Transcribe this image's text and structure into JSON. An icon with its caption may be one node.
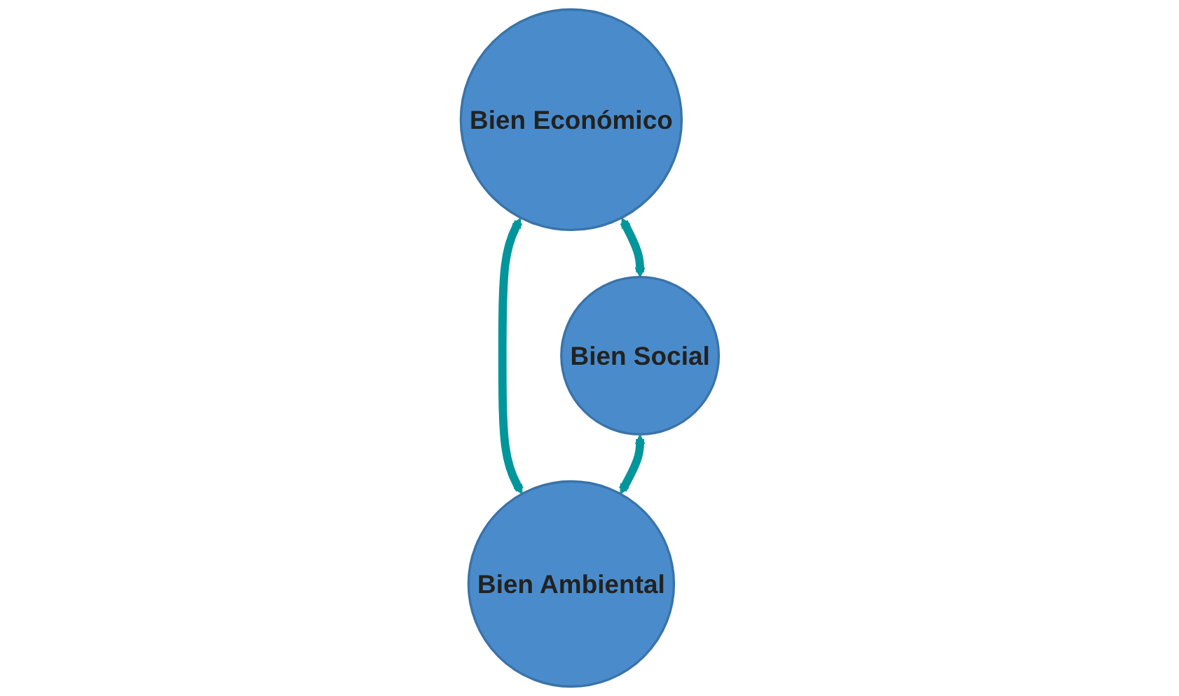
{
  "diagram": {
    "nodes": [
      {
        "text": [
          "Bien Económico"
        ]
      },
      {
        "text": [
          "Bien Social"
        ]
      },
      {
        "text": [
          "Bien Ambiental"
        ]
      }
    ],
    "edges": [
      {
        "from": 0,
        "to": 1,
        "arrow": "both"
      },
      {
        "from": 0,
        "to": 2,
        "arrow": "both"
      },
      {
        "from": 1,
        "to": 2,
        "arrow": "both"
      }
    ]
  }
}
